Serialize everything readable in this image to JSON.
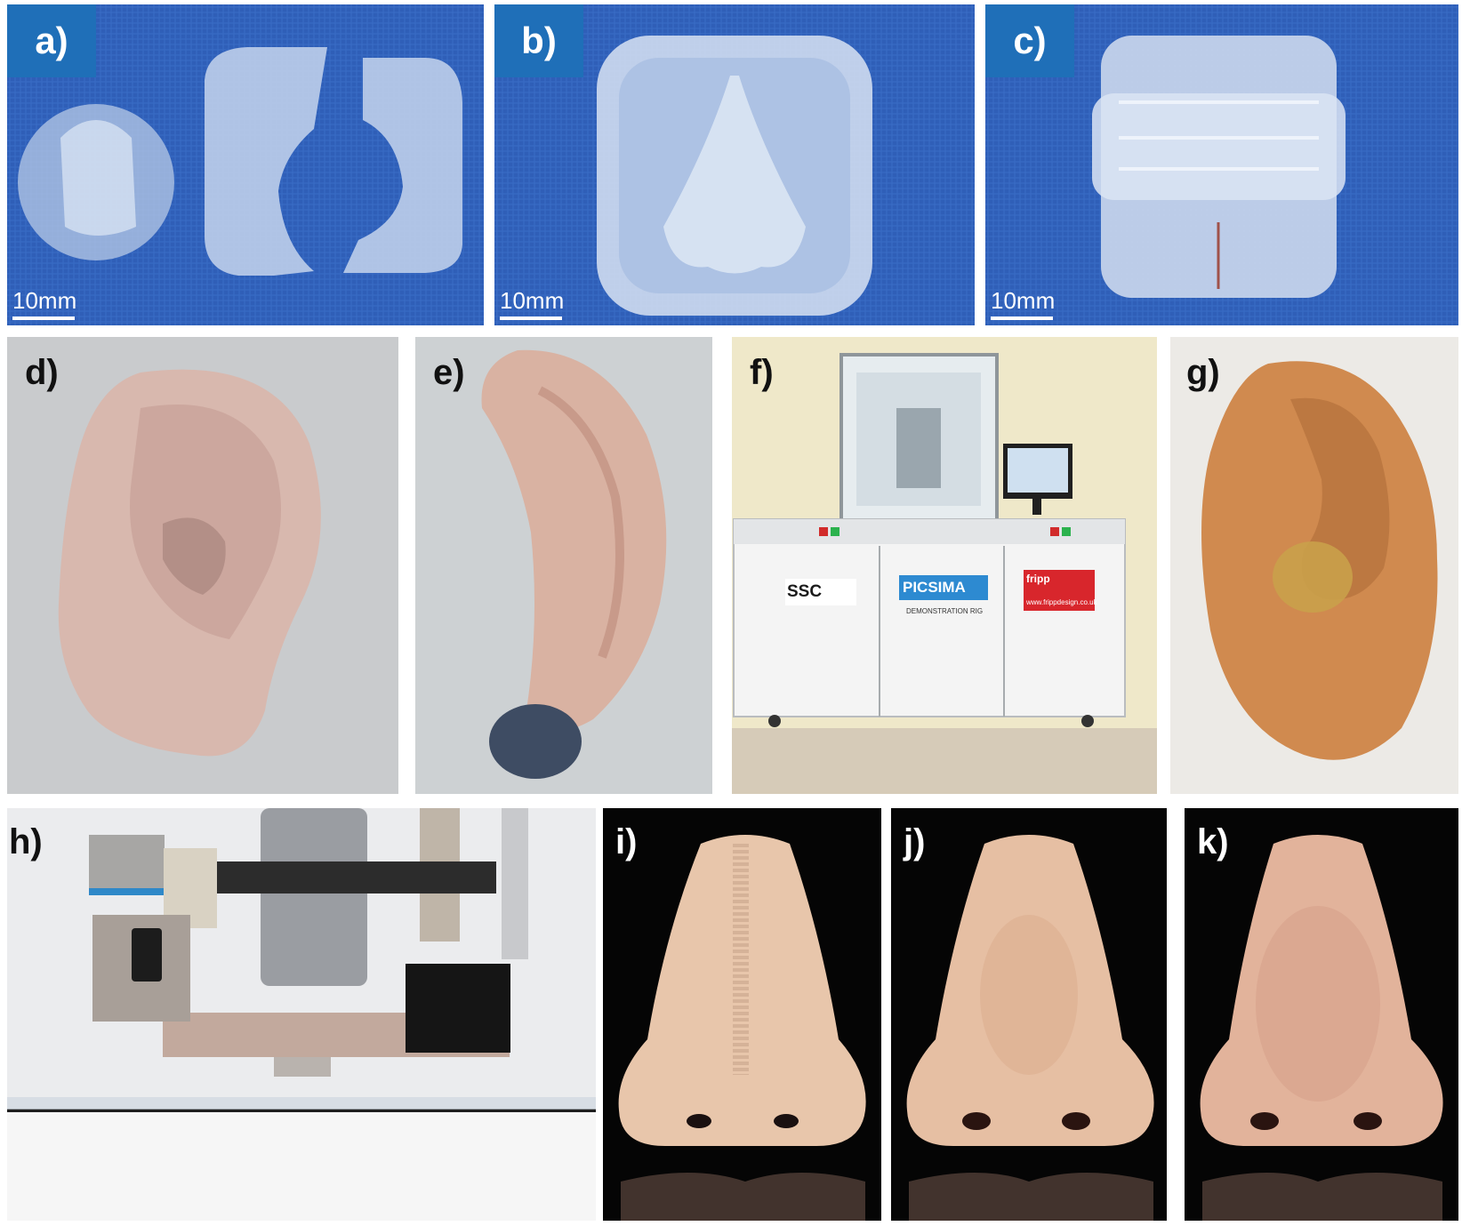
{
  "panels": {
    "a": {
      "label": "a)",
      "scale": "10mm"
    },
    "b": {
      "label": "b)",
      "scale": "10mm"
    },
    "c": {
      "label": "c)",
      "scale": "10mm"
    },
    "d": {
      "label": "d)"
    },
    "e": {
      "label": "e)"
    },
    "f": {
      "label": "f)",
      "logos": {
        "ssc": "SSC",
        "picsima": "PICSIMA",
        "picsima_sub": "DEMONSTRATION RIG",
        "fripp": "fripp",
        "fripp_url": "www.frippdesign.co.uk"
      }
    },
    "g": {
      "label": "g)"
    },
    "h": {
      "label": "h)"
    },
    "i": {
      "label": "i)"
    },
    "j": {
      "label": "j)"
    },
    "k": {
      "label": "k)"
    }
  },
  "colors": {
    "label_box": "#1f6fb8",
    "cloth_blue": "#2f5fb8",
    "skin": "#e8c4a6",
    "orange_ear": "#d08a4f"
  }
}
